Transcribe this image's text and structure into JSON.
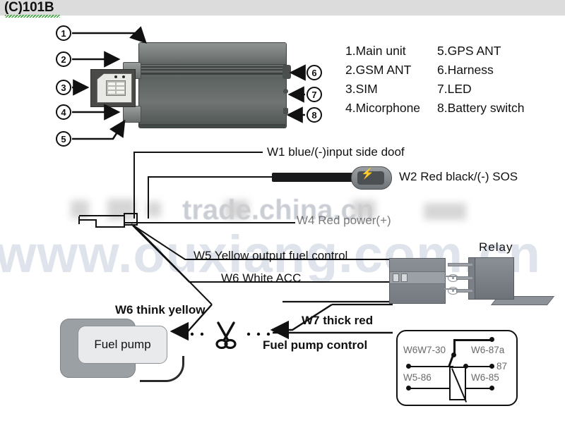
{
  "header": {
    "title": "(C)101B",
    "spellcheck_underline": true
  },
  "watermarks": {
    "primary": "www.ouxiang.com.cn",
    "secondary": "trade.china.cn",
    "primary_color": "#dfe4ec",
    "secondary_color": "#c9cdd4"
  },
  "callouts": [
    {
      "id": "1",
      "target": "main-unit"
    },
    {
      "id": "2",
      "target": "gsm-ant-port"
    },
    {
      "id": "3",
      "target": "sim-slot"
    },
    {
      "id": "4",
      "target": "microphone-port"
    },
    {
      "id": "5",
      "target": "gps-ant-port"
    },
    {
      "id": "6",
      "target": "harness-port"
    },
    {
      "id": "7",
      "target": "led"
    },
    {
      "id": "8",
      "target": "battery-switch"
    }
  ],
  "legend": {
    "left_column": [
      "1.Main unit",
      "2.GSM ANT",
      "3.SIM",
      "4.Micorphone"
    ],
    "right_column": [
      "5.GPS ANT",
      "6.Harness",
      "7.LED",
      "8.Battery switch"
    ]
  },
  "wires": [
    {
      "id": "W1",
      "label": "W1 blue/(-)input side doof"
    },
    {
      "id": "W2",
      "label": "W2 Red black/(-) SOS"
    },
    {
      "id": "W4",
      "label": "W4 Red power(+)"
    },
    {
      "id": "W5",
      "label": "W5 Yellow output fuel  control"
    },
    {
      "id": "W6",
      "label": "W6   White ACC"
    },
    {
      "id": "W6b",
      "label": "W6 think yellow"
    },
    {
      "id": "W7",
      "label": "W7 thick red"
    }
  ],
  "components": {
    "relay_title": "Relay",
    "fuel_pump": "Fuel pump",
    "fuel_pump_control": "Fuel pump control",
    "sos_symbol": "⚡"
  },
  "relay_schematic": {
    "terminals": [
      {
        "name": "W6W7-30",
        "position": "top-left"
      },
      {
        "name": "W6-87a",
        "position": "top-right"
      },
      {
        "name": "87",
        "position": "mid-right"
      },
      {
        "name": "W5-86",
        "position": "bottom-left"
      },
      {
        "name": "W6-85",
        "position": "bottom-right"
      }
    ]
  },
  "colors": {
    "device_dark": "#5d6361",
    "connector_grey": "#8b9096",
    "pump_grey": "#9ba0a5",
    "line_black": "#111111",
    "titlebar": "#dcdcdc",
    "sos_yellow": "#f4d03a"
  }
}
